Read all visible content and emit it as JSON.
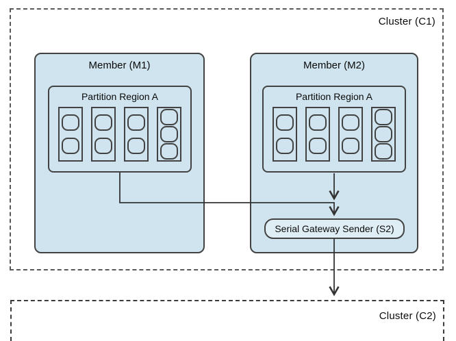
{
  "clusters": {
    "c1": {
      "label": "Cluster (C1)"
    },
    "c2": {
      "label": "Cluster (C2)"
    }
  },
  "members": [
    {
      "label": "Member (M1)",
      "region": {
        "label": "Partition Region A",
        "buckets": [
          2,
          2,
          2,
          3
        ]
      }
    },
    {
      "label": "Member (M2)",
      "region": {
        "label": "Partition Region A",
        "buckets": [
          2,
          2,
          2,
          3
        ]
      }
    }
  ],
  "gateway": {
    "label": "Serial Gateway Sender (S2)"
  },
  "colors": {
    "member_fill": "#cfe4ee",
    "gateway_fill": "#dfeef5",
    "box_stroke": "#424242",
    "c1_dash": "#595959",
    "c2_dash": "#3a3a3a",
    "line": "#333333"
  }
}
